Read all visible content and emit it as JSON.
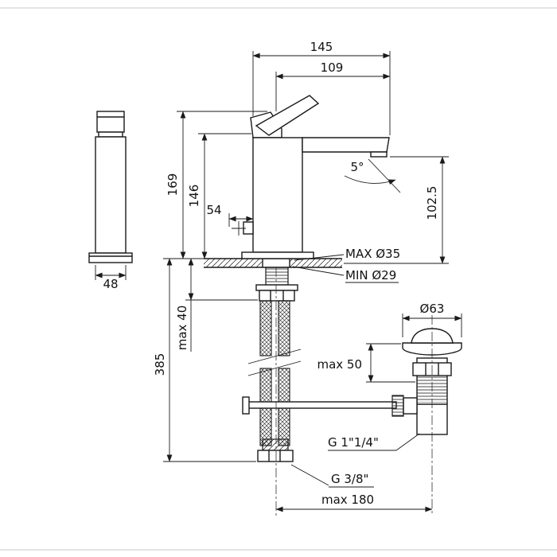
{
  "labels": {
    "reach_total": "145",
    "reach_spout": "109",
    "height_total": "169",
    "height_spout": "146",
    "offset_54": "54",
    "angle": "5°",
    "spout_to_deck": "102.5",
    "side_width": "48",
    "hole_max": "MAX Ø35",
    "hole_min": "MIN Ø29",
    "deck_thickness": "max 40",
    "hose_drop": "385",
    "waste_flange_dia": "Ø63",
    "waste_adjust": "max 50",
    "waste_thread": "G 1\"1/4\"",
    "supply_thread": "G 3/8\"",
    "axis_distance": "max 180"
  }
}
